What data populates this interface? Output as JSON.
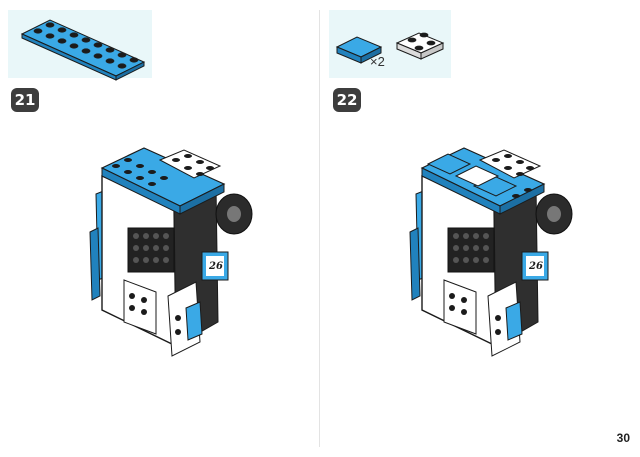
{
  "page": {
    "number": "30"
  },
  "steps": [
    {
      "number": "21",
      "parts": [
        {
          "name": "blue-2x8-plate",
          "color": "#3aa9e6"
        }
      ]
    },
    {
      "number": "22",
      "quantity": "×2",
      "parts": [
        {
          "name": "blue-2x2-tile",
          "color": "#3aa9e6"
        },
        {
          "name": "white-2x2-plate",
          "color": "#ffffff"
        }
      ]
    }
  ],
  "model": {
    "badge_text": "26"
  },
  "colors": {
    "blue": "#3aa9e6",
    "dark": "#2b2b2b",
    "white": "#ffffff",
    "parts_bg": "#e9f7f9"
  }
}
